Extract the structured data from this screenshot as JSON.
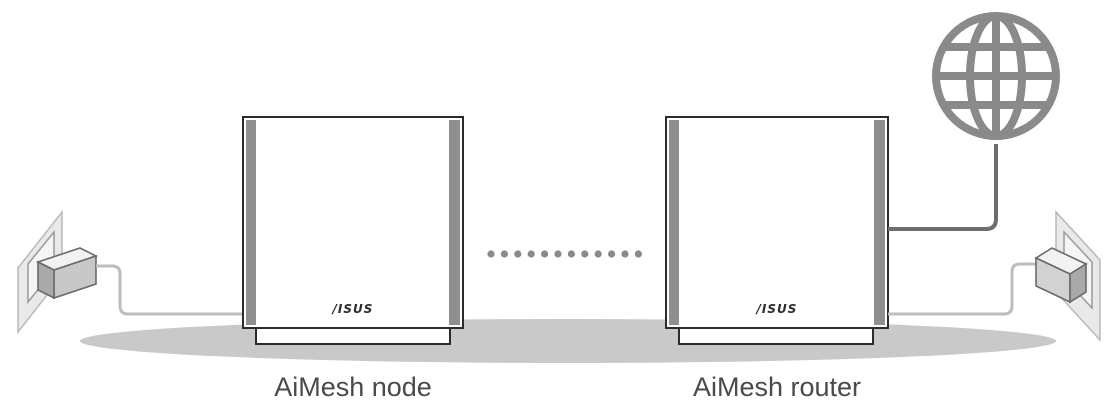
{
  "devices": [
    {
      "brand": "/ISUS",
      "caption": "AiMesh node"
    },
    {
      "brand": "/ISUS",
      "caption": "AiMesh router"
    }
  ],
  "colors": {
    "outline": "#2b2b2b",
    "floor": "#c9c9c9",
    "cable": "#6e6e6e",
    "globe": "#8a8a8a",
    "wall": "#e6e6e6",
    "dots": "#8a8a8a"
  },
  "icons": [
    "power-outlet-icon",
    "power-adapter-icon",
    "globe-icon",
    "wireless-link-icon"
  ]
}
